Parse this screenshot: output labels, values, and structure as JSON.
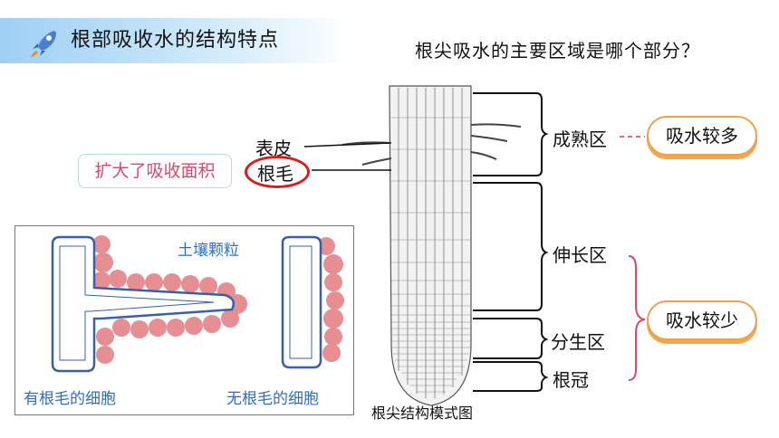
{
  "header": {
    "title": "根部吸收水的结构特点",
    "icon": "rocket-icon"
  },
  "question": "根尖吸水的主要区域是哪个部分？",
  "labels": {
    "epidermis": "表皮",
    "root_hair": "根毛",
    "enlarged_area": "扩大了吸收面积",
    "soil_particles": "土壤颗粒",
    "cell_with_hair": "有根毛的细胞",
    "cell_without_hair": "无根毛的细胞",
    "diagram_caption": "根尖结构模式图"
  },
  "zones": {
    "maturation": "成熟区",
    "elongation": "伸长区",
    "meristem": "分生区",
    "root_cap": "根冠"
  },
  "callouts": {
    "more_water": "吸水较多",
    "less_water": "吸水较少"
  },
  "colors": {
    "accent_orange": "#f0a04a",
    "pink_text": "#e3456a",
    "blue_text": "#2e6fc0",
    "circle_red": "#d81c1c",
    "brace_pink": "#d94a6a"
  }
}
